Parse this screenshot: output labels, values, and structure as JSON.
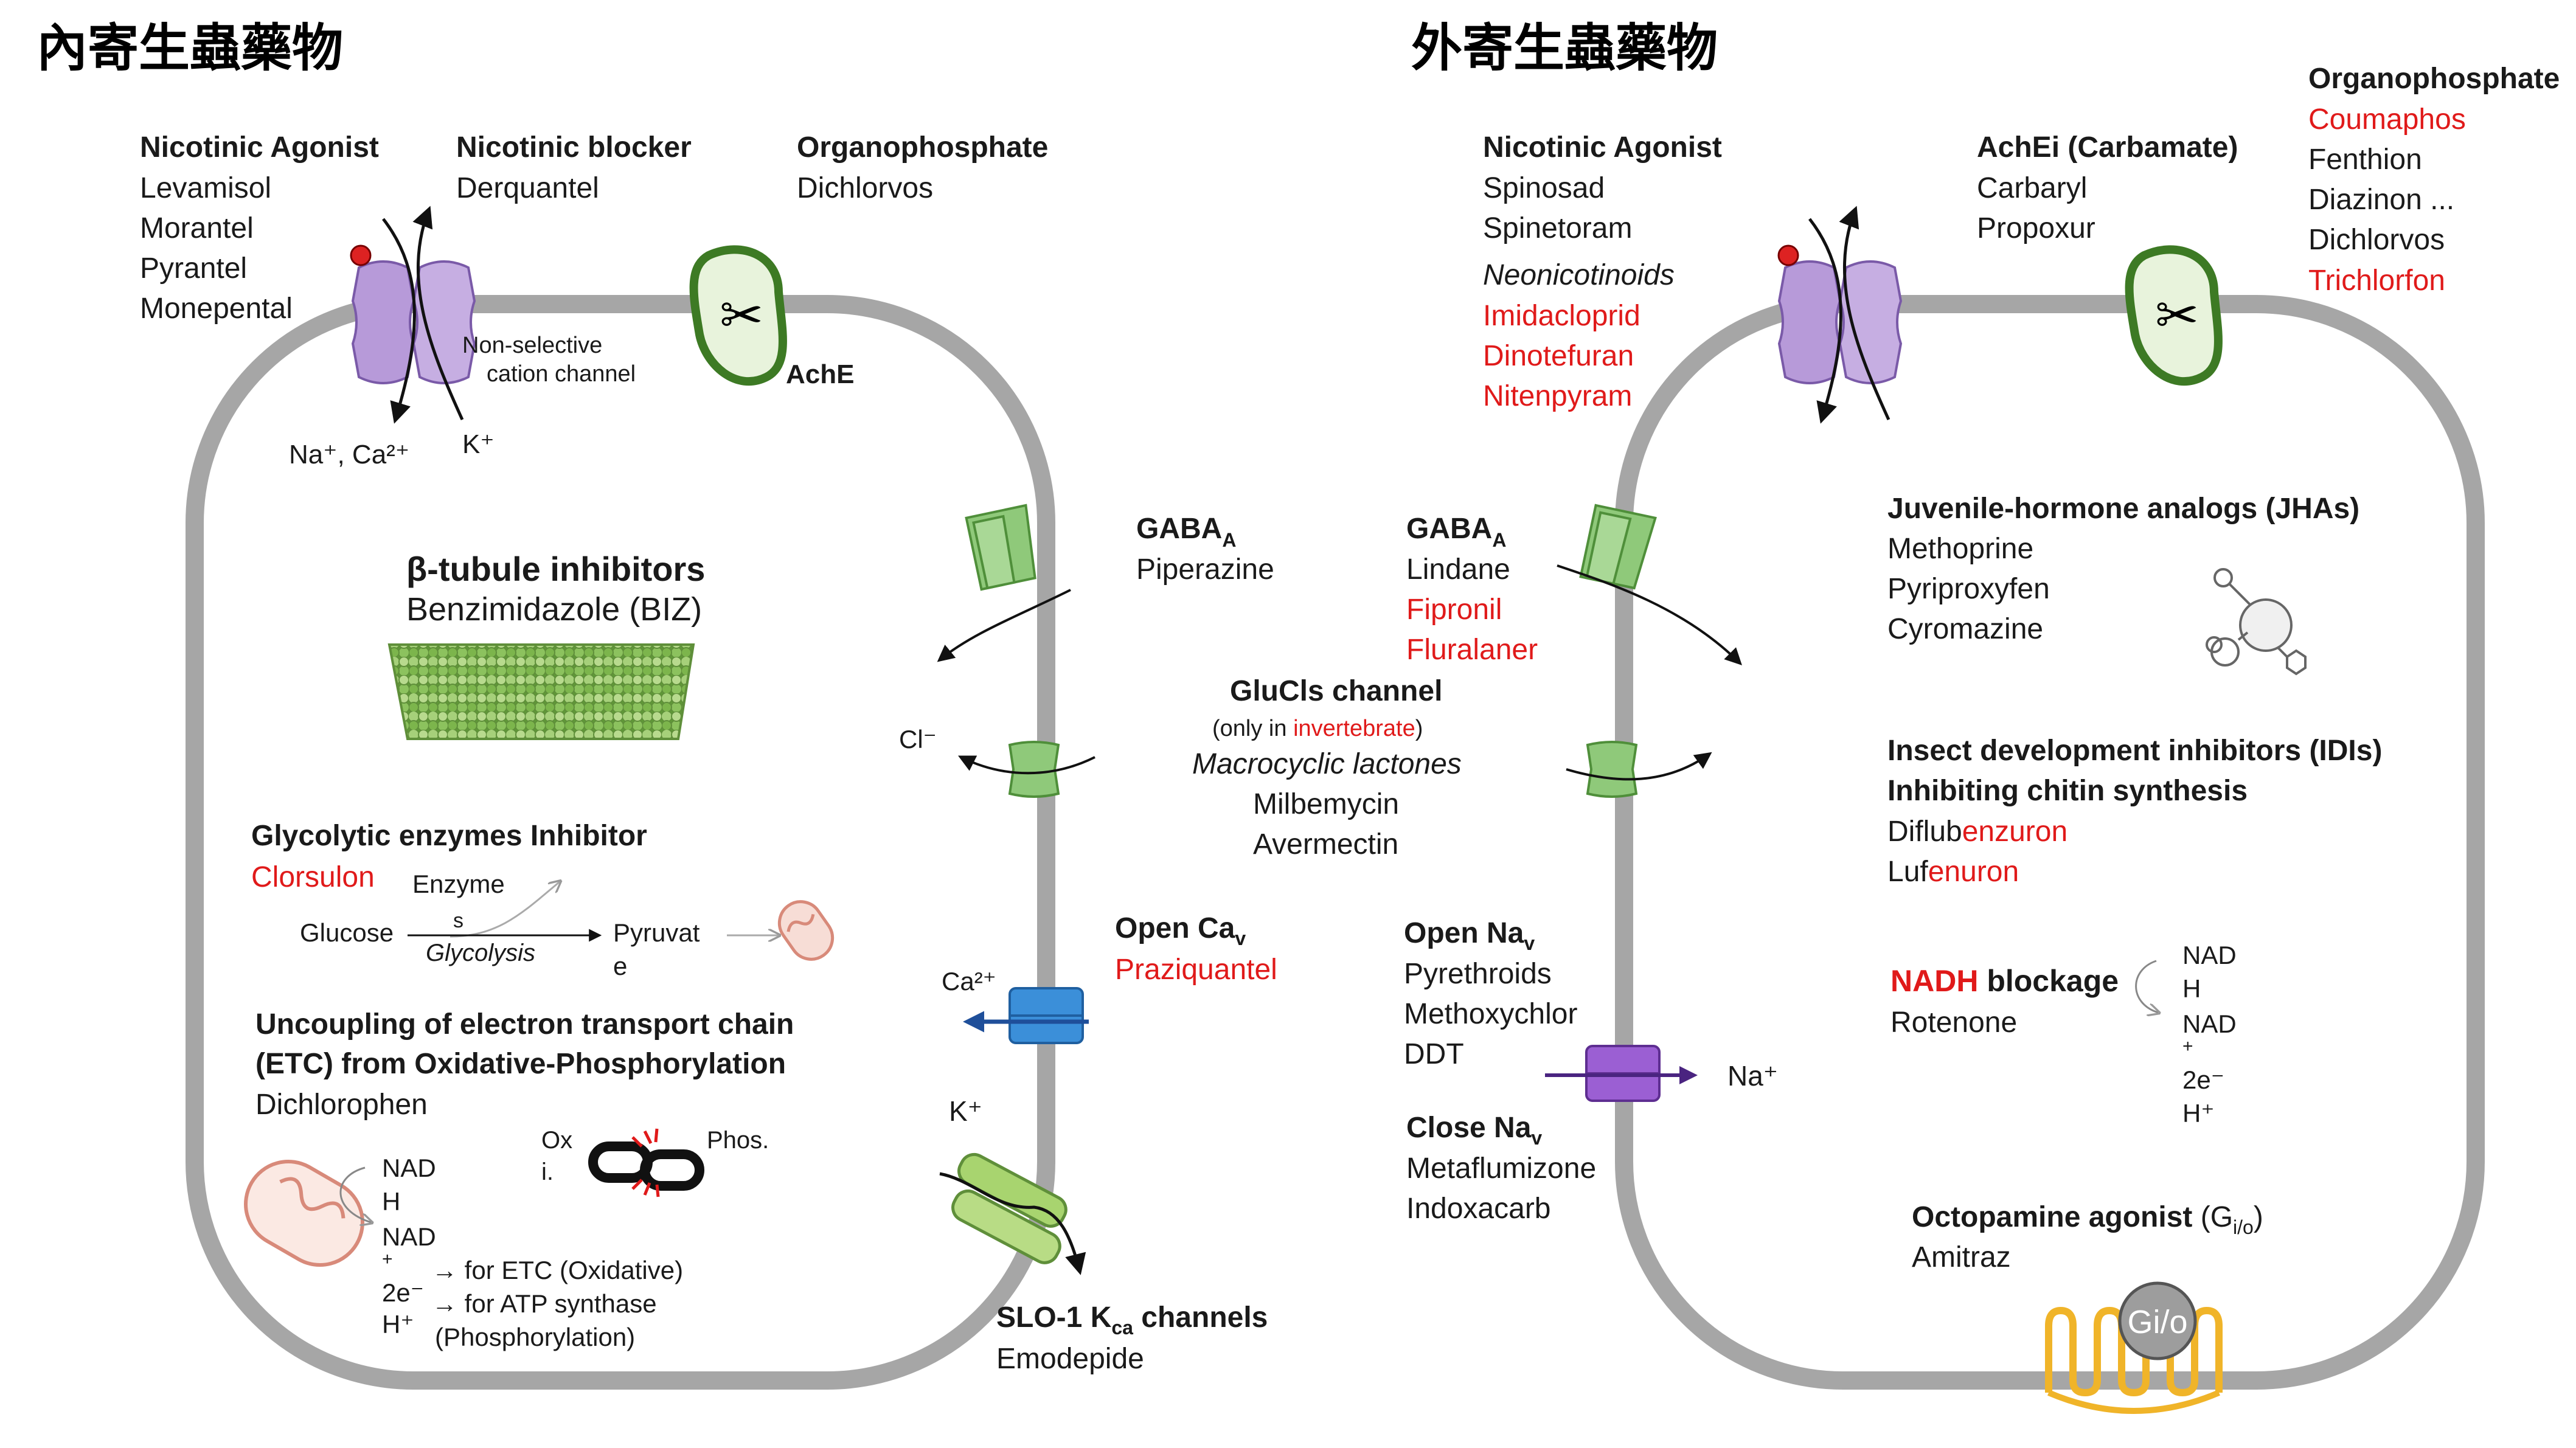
{
  "left_panel": {
    "heading": "內寄生蟲藥物",
    "nicotinic_agonist": {
      "title": "Nicotinic Agonist",
      "drugs": [
        "Levamisol",
        "Morantel",
        "Pyrantel",
        "Monepental"
      ]
    },
    "nicotinic_blocker": {
      "title": "Nicotinic blocker",
      "drugs": [
        "Derquantel"
      ]
    },
    "organophosphate": {
      "title": "Organophosphate",
      "drugs": [
        "Dichlorvos"
      ]
    },
    "channel_label_line1": "Non-selective",
    "channel_label_line2": "cation channel",
    "ions_in": "Na⁺, Ca²⁺",
    "ions_out": "K⁺",
    "ache_label": "AchE",
    "beta_tubule": {
      "title": "β-tubule inhibitors",
      "drug": "Benzimidazole (BIZ)"
    },
    "glycolytic": {
      "title": "Glycolytic enzymes Inhibitor",
      "drug": "Clorsulon",
      "enzyme_line1": "Enzyme",
      "enzyme_line2": "s",
      "glucose": "Glucose",
      "pyruvate_line1": "Pyruvat",
      "pyruvate_line2": "e",
      "glycolysis": "Glycolysis"
    },
    "uncoupling": {
      "title_line1": "Uncoupling of electron transport chain",
      "title_line2": "(ETC) from Oxidative-Phosphorylation",
      "drug": "Dichlorophen",
      "oxi_line1": "Ox",
      "oxi_line2": "i.",
      "phos": "Phos.",
      "nadh_line1": "NAD",
      "nadh_line2": "H",
      "nad_line1": "NAD",
      "nad_line2": "+",
      "e2": "2e⁻",
      "h": "H⁺",
      "etc_line": "→ for ETC (Oxidative)",
      "atp_line": "→ for ATP synthase",
      "phos_line": "(Phosphorylation)"
    },
    "gaba": {
      "title": "GABA",
      "sub": "A",
      "drug": "Piperazine"
    },
    "cl_ion": "Cl⁻",
    "ca_ion": "Ca²⁺",
    "k_ion": "K⁺",
    "open_ca": {
      "title": "Open Ca",
      "sub": "v",
      "drug": "Praziquantel"
    },
    "slo1": {
      "title": "SLO-1 K",
      "sub": "ca",
      "title_end": " channels",
      "drug": "Emodepide"
    }
  },
  "center": {
    "glucls_title": "GluCls channel",
    "only_in_pre": "(only in ",
    "only_in_red": "invertebrate",
    "only_in_post": ")",
    "macrocyclic": "Macrocyclic lactones",
    "drugs": [
      "Milbemycin",
      "Avermectin"
    ]
  },
  "right_panel": {
    "heading": "外寄生蟲藥物",
    "nicotinic_agonist": {
      "title": "Nicotinic Agonist",
      "drugs": [
        "Spinosad",
        "Spinetoram"
      ],
      "class": "Neonicotinoids",
      "red_drugs": [
        "Imidacloprid",
        "Dinotefuran",
        "Nitenpyram"
      ]
    },
    "achei": {
      "title": "AchEi (Carbamate)",
      "drugs": [
        "Carbaryl",
        "Propoxur"
      ]
    },
    "organophosphate": {
      "title": "Organophosphate",
      "items": [
        {
          "name": "Coumaphos",
          "red": true
        },
        {
          "name": "Fenthion",
          "red": false
        },
        {
          "name": "Diazinon ...",
          "red": false
        },
        {
          "name": "Dichlorvos",
          "red": false
        },
        {
          "name": "Trichlorfon",
          "red": true
        }
      ]
    },
    "gaba": {
      "title": "GABA",
      "sub": "A",
      "drugs": [
        "Lindane"
      ],
      "red_drugs": [
        "Fipronil",
        "Fluralaner"
      ]
    },
    "jha": {
      "title": "Juvenile-hormone analogs (JHAs)",
      "drugs": [
        "Methoprine",
        "Pyriproxyfen",
        "Cyromazine"
      ]
    },
    "idi": {
      "title_line1": "Insect development inhibitors (IDIs)",
      "title_line2": "Inhibiting chitin synthesis",
      "drug1_black": "Diflub",
      "drug1_red": "enzuron",
      "drug2_black": "Luf",
      "drug2_red": "enuron"
    },
    "nadh_block": {
      "red": "NADH",
      "black": " blockage",
      "drug": "Rotenone"
    },
    "nadh_diagram": {
      "nadh_line1": "NAD",
      "nadh_line2": "H",
      "nad_line1": "NAD",
      "nad_line2": "+",
      "e2": "2e⁻",
      "h": "H⁺"
    },
    "open_na": {
      "title": "Open Na",
      "sub": "v",
      "drugs": [
        "Pyrethroids",
        "Methoxychlor",
        "DDT"
      ]
    },
    "na_ion": "Na⁺",
    "close_na": {
      "title": "Close Na",
      "sub": "v",
      "drugs": [
        "Metaflumizone",
        "Indoxacarb"
      ]
    },
    "octopamine": {
      "title": "Octopamine agonist",
      "paren_pre": " (G",
      "paren_sub": "i/o",
      "paren_post": ")",
      "drug": "Amitraz"
    },
    "gio_label": "Gi/o"
  },
  "colors": {
    "red": "#e01a1a",
    "membrane": "#a6a6a6",
    "nicotinic_purple": "#b79ad9",
    "gaba_green": "#8fc97a",
    "ache_green": "#3d7a24",
    "ca_blue": "#3b8fd9",
    "na_purple": "#8e4cc6",
    "slo_green": "#a8d46f",
    "gpcr_orange": "#f0b429"
  }
}
